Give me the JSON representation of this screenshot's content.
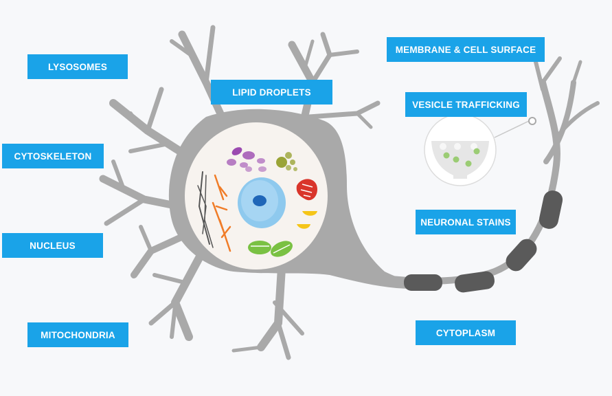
{
  "labels": {
    "lysosomes": "LYSOSOMES",
    "lipid_droplets": "LIPID DROPLETS",
    "membrane_cell_surface": "MEMBRANE  & CELL SURFACE",
    "vesicle_trafficking": "VESICLE TRAFFICKING",
    "cytoskeleton": "CYTOSKELETON",
    "nucleus": "NUCLEUS",
    "neuronal_stains": "NEURONAL STAINS",
    "mitochondria": "MITOCHONDRIA",
    "cytoplasm": "CYTOPLASM"
  },
  "colors": {
    "background": "#f7f8fa",
    "label_fill": "#1aa3e8",
    "label_text": "#ffffff",
    "neuron_body": "#a9a9a9",
    "cell_interior": "#f7f3ef",
    "myelin": "#5a5a5a",
    "nucleus": "#8ec9ee",
    "nucleolus": "#1f66b8",
    "lysosome": "#9b4ab0",
    "lipid_droplet": "#9aa437",
    "mitochondria": "#7ac143",
    "cytoskeleton_orange": "#f07c28",
    "cytoskeleton_gray": "#555555",
    "golgi_red": "#d9352b",
    "vesicle_yellow": "#f5c518"
  }
}
